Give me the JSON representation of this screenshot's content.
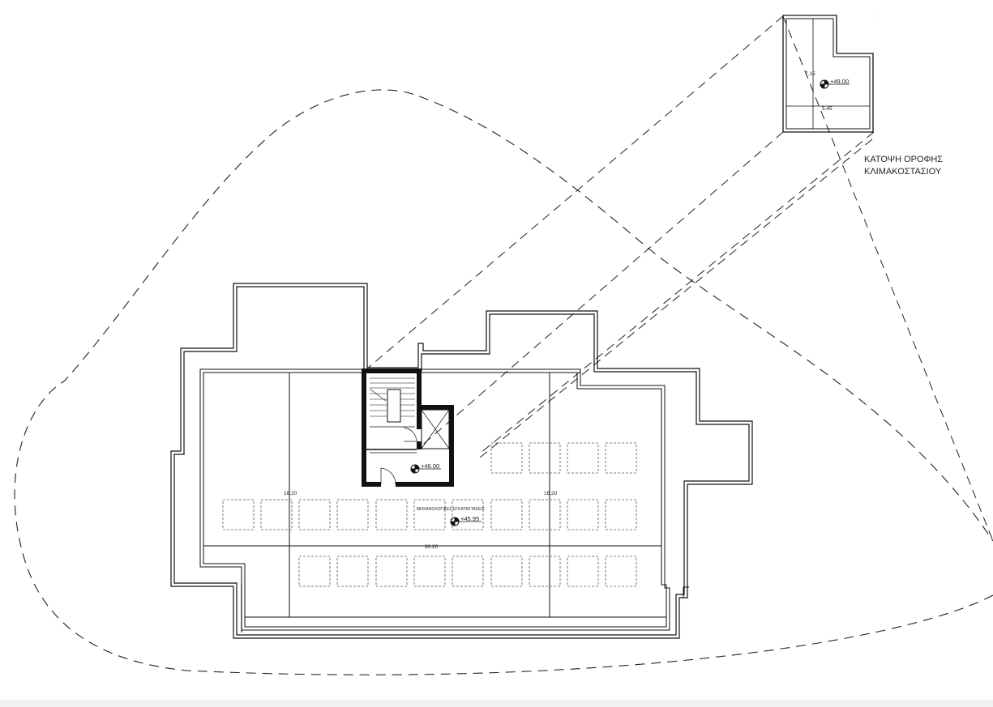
{
  "roof_plan": {
    "title_line1": "ΚΑΤΟΨΗ ΟΡΟΦΗΣ",
    "title_line2": "ΚΛΙΜΑΚΟΣΤΑΣΙΟΥ",
    "level": "+49.00",
    "dim_vertical": "7.15",
    "dim_horizontal": "5.45"
  },
  "main_plan": {
    "stair_level": "+46.00",
    "roof_level": "+45.95",
    "equipment_label": "ΜΗΧΑΝΟΛΟΓΙΚΕΣ ΕΓΚΑΤΑΣΤΑΣΕΙΣ",
    "dim_left": "16.20",
    "dim_right": "16.20",
    "dim_total": "30.20"
  }
}
